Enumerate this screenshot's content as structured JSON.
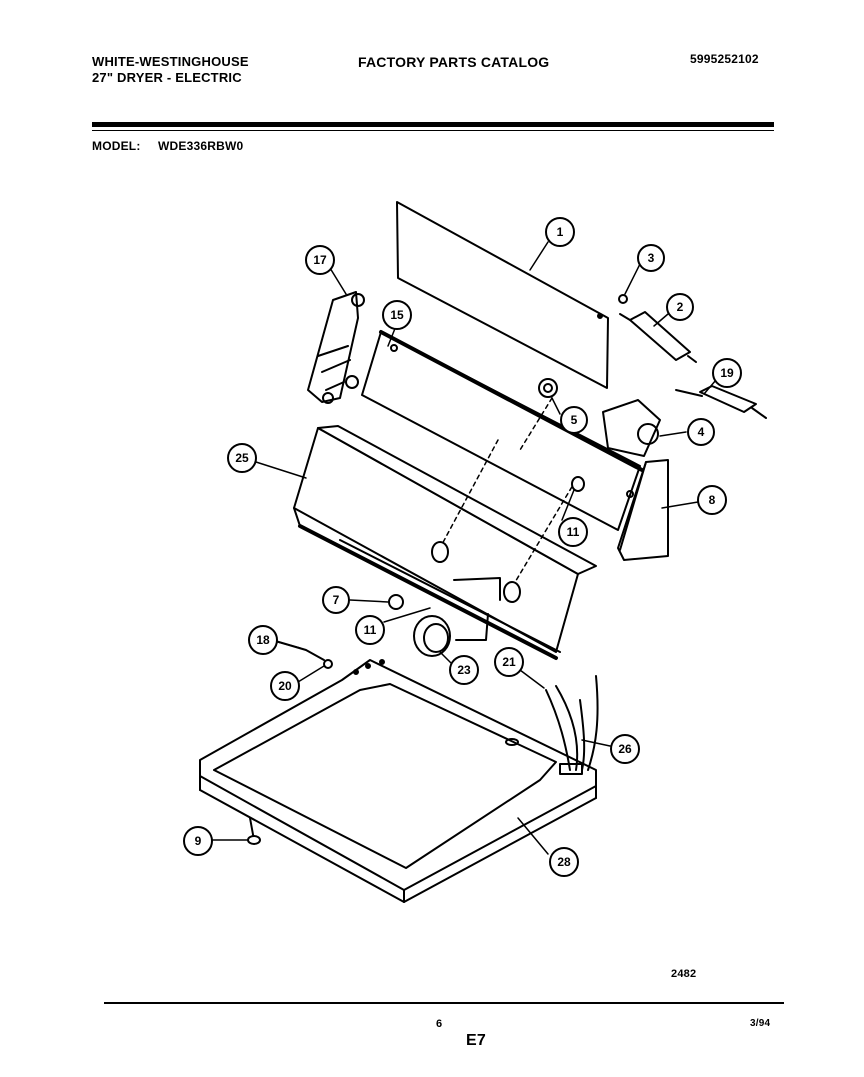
{
  "header": {
    "brand": "WHITE-WESTINGHOUSE",
    "product": "27\" DRYER - ELECTRIC",
    "catalog_title": "FACTORY PARTS CATALOG",
    "document_number": "5995252102"
  },
  "model": {
    "label": "MODEL:",
    "value": "WDE336RBW0"
  },
  "callouts": {
    "c1": "1",
    "c2": "2",
    "c3": "3",
    "c4": "4",
    "c5": "5",
    "c7": "7",
    "c8": "8",
    "c9": "9",
    "c11a": "11",
    "c11b": "11",
    "c15": "15",
    "c17": "17",
    "c18": "18",
    "c19": "19",
    "c20": "20",
    "c21": "21",
    "c23": "23",
    "c25": "25",
    "c26": "26",
    "c28": "28"
  },
  "footer": {
    "reference": "2482",
    "page_number": "6",
    "section": "E7",
    "date": "3/94"
  }
}
